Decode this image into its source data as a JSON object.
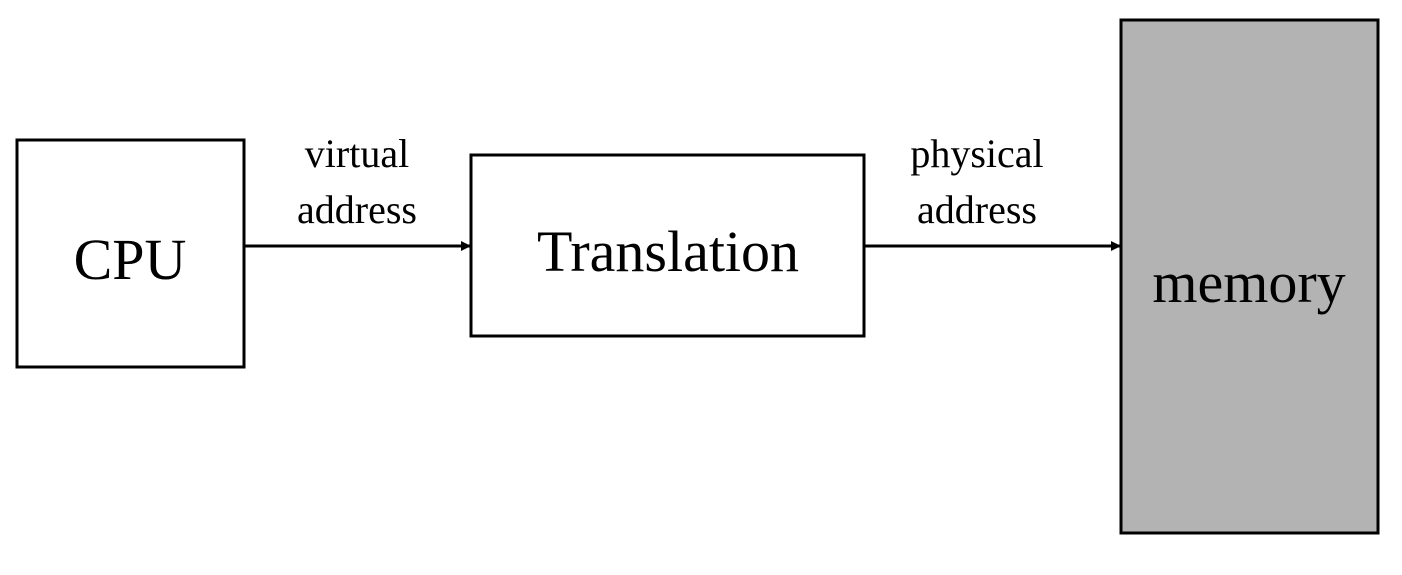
{
  "nodes": {
    "cpu": {
      "label": "CPU"
    },
    "translation": {
      "label": "Translation"
    },
    "memory": {
      "label": "memory",
      "fill": "#b3b3b3"
    }
  },
  "edges": {
    "virtual": {
      "line1": "virtual",
      "line2": "address"
    },
    "physical": {
      "line1": "physical",
      "line2": "address"
    }
  }
}
